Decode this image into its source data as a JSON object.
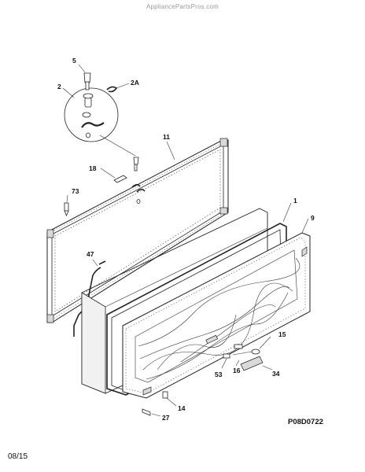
{
  "header": {
    "watermark": "AppliancePartsPros.com"
  },
  "footer": {
    "date_code": "08/15",
    "diagram_code": "P08D0722"
  },
  "callouts": {
    "c5": "5",
    "c2": "2",
    "c2a": "2A",
    "c11": "11",
    "c18": "18",
    "c73": "73",
    "c1": "1",
    "c9": "9",
    "c47": "47",
    "c15": "15",
    "c53": "53",
    "c16": "16",
    "c34": "34",
    "c14": "14",
    "c27": "27"
  }
}
